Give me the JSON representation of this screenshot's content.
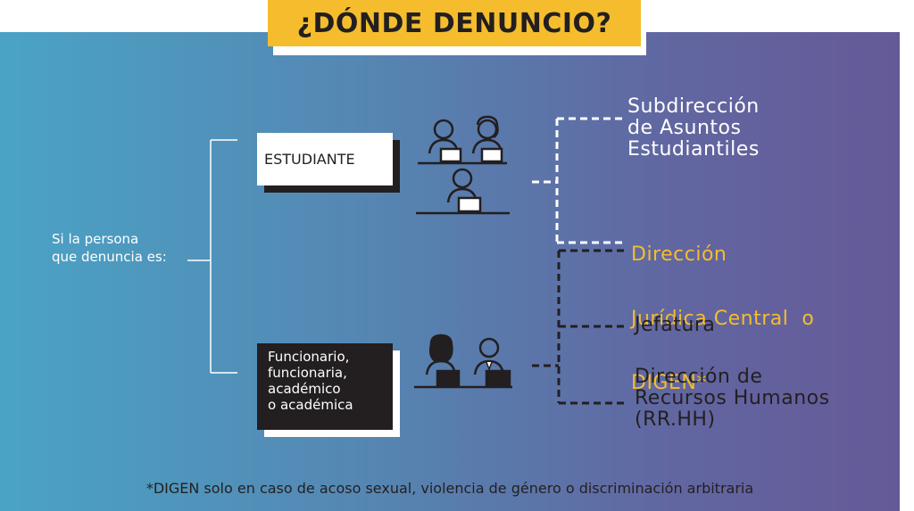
{
  "title": "¿DÓNDE DENUNCIO?",
  "intro": {
    "line1": "Si la persona",
    "line2": "que denuncia es:"
  },
  "student_label": "ESTUDIANTE",
  "staff_label": {
    "line1": "Funcionario,",
    "line2": "funcionaria,",
    "line3": "académico",
    "line4": "o académica"
  },
  "destinations": {
    "subdireccion": {
      "line1": "Subdirección",
      "line2": "de Asuntos",
      "line3": "Estudiantiles"
    },
    "digen": {
      "line1": "Dirección",
      "line2": "Jurídica Central  o",
      "line3": "DIGEN*"
    },
    "jefatura": "Jefatura",
    "rrhh": {
      "line1": "Dirección de",
      "line2": "Recursos Humanos",
      "line3": "(RR.HH)"
    }
  },
  "footnote": "*DIGEN solo en caso de acoso sexual, violencia de género o discriminación arbitraria",
  "colors": {
    "accent": "#f5bd2d",
    "dark": "#231f20",
    "white": "#ffffff"
  }
}
